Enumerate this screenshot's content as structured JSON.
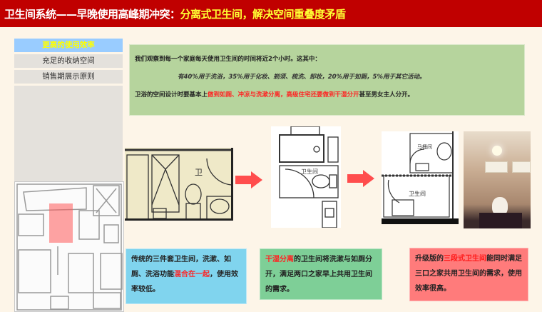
{
  "header": {
    "title_part1": "卫生间系统——早晚使用高峰期冲突：",
    "title_part2": "分离式卫生间，解决空间重叠度矛盾",
    "colors": {
      "background": "#c00000",
      "part1": "#ffffff",
      "part2": "#ffff33"
    }
  },
  "sidebar": {
    "items": [
      {
        "label": "更高的使用效率",
        "active": true
      },
      {
        "label": "充足的收纳空间",
        "active": false
      },
      {
        "label": "销售期展示原则",
        "active": false
      }
    ],
    "active_color": "#99ccff"
  },
  "info_box": {
    "line1": "我们观察到每一个家庭每天使用卫生间的时间将近2个小时。这其中：",
    "line2": "有40%用于洗浴，35%用于化妆、剃须、梳洗、卸妆，20%用于如厕，5%用于其它活动。",
    "line3_normal_a": "卫浴的空间设计时要基本上",
    "line3_red": "做到如厕、冲凉与洗漱分离，高级住宅还要做到干湿分开",
    "line3_normal_b": "甚至男女主人分开。",
    "background": "#b6d49d"
  },
  "plans": {
    "plan1_label": "卫",
    "plan2_label": "卫生间",
    "plan3_label_top": "马桶间",
    "plan3_label_bottom": "卫生间"
  },
  "captions": {
    "cap1": {
      "text_a": "传统的三件套卫生间，洗漱、如厕、洗浴功能",
      "text_red": "混合在一起",
      "text_b": "，使用效率较低。",
      "background": "#80d4ee"
    },
    "cap2": {
      "text_red": "干湿分离",
      "text_b": "的卫生间将洗漱与如厕分开，满足两口之家早上共用卫生间的需求。",
      "background": "#7ecf97"
    },
    "cap3": {
      "text_a": "升级版的",
      "text_red": "三段式卫生间",
      "text_b": "能同时满足三口之家共用卫生间的需求，使用效率很高。",
      "background": "#ff7b7b"
    }
  },
  "icons": {
    "arrow": "arrow-right-icon",
    "arrow_color": "#ff4d4d"
  }
}
